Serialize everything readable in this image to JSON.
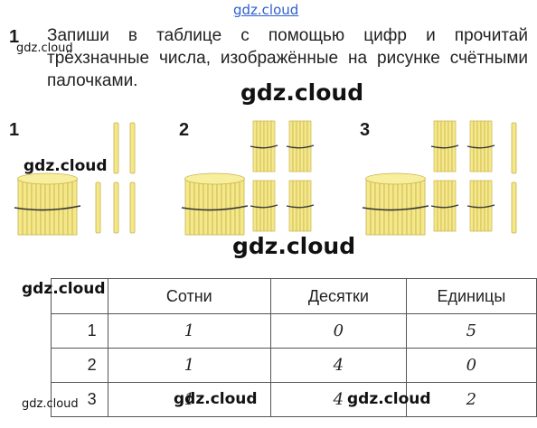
{
  "watermark": "gdz.cloud",
  "task": {
    "number": "1",
    "text": "Запиши в таблице с помощью цифр и прочитай трёхзначные числа, изображённые на рисунке счётными палочками."
  },
  "pictures": [
    {
      "label": "1",
      "hundreds": 1,
      "tens": 0,
      "ones": 5
    },
    {
      "label": "2",
      "hundreds": 1,
      "tens": 4,
      "ones": 0
    },
    {
      "label": "3",
      "hundreds": 1,
      "tens": 4,
      "ones": 2
    }
  ],
  "table": {
    "headers": [
      "Сотни",
      "Десятки",
      "Единицы"
    ],
    "rows": [
      {
        "n": "1",
        "hundreds": "1",
        "tens": "0",
        "ones": "5"
      },
      {
        "n": "2",
        "hundreds": "1",
        "tens": "4",
        "ones": "0"
      },
      {
        "n": "3",
        "hundreds": "1",
        "tens": "4",
        "ones": "2"
      }
    ]
  },
  "colors": {
    "stick": "#f4e88a",
    "stick_edge": "#c9b24a",
    "tie": "#333333"
  }
}
